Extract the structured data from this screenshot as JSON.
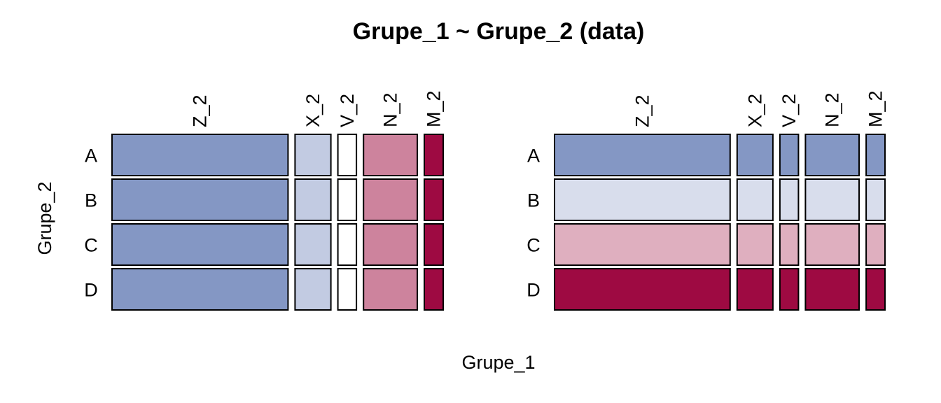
{
  "chart_data": {
    "type": "mosaic",
    "title": "Grupe_1 ~ Grupe_2 (data)",
    "xlabel": "Grupe_1",
    "ylabel": "Grupe_2",
    "columns": [
      "Z_2",
      "X_2",
      "V_2",
      "N_2",
      "M_2"
    ],
    "rows": [
      "A",
      "B",
      "C",
      "D"
    ],
    "panels": [
      {
        "column_widths": [
          0.54,
          0.11,
          0.057,
          0.165,
          0.058
        ],
        "row_heights": [
          0.25,
          0.25,
          0.25,
          0.25
        ],
        "colors": [
          [
            "#8497C4",
            "#C2CBE2",
            "#FFFFFF",
            "#CD839D",
            "#9E0A42"
          ],
          [
            "#8497C4",
            "#C2CBE2",
            "#FFFFFF",
            "#CD839D",
            "#9E0A42"
          ],
          [
            "#8497C4",
            "#C2CBE2",
            "#FFFFFF",
            "#CD839D",
            "#9E0A42"
          ],
          [
            "#8497C4",
            "#C2CBE2",
            "#FFFFFF",
            "#CD839D",
            "#9E0A42"
          ]
        ]
      },
      {
        "column_widths": [
          0.54,
          0.11,
          0.057,
          0.165,
          0.058
        ],
        "row_heights": [
          0.25,
          0.25,
          0.25,
          0.25
        ],
        "colors": [
          [
            "#8497C4",
            "#8497C4",
            "#8497C4",
            "#8497C4",
            "#8497C4"
          ],
          [
            "#D8DDEC",
            "#D8DDEC",
            "#D8DDEC",
            "#D8DDEC",
            "#D8DDEC"
          ],
          [
            "#DFAFBF",
            "#DFAFBF",
            "#DFAFBF",
            "#DFAFBF",
            "#DFAFBF"
          ],
          [
            "#9E0A42",
            "#9E0A42",
            "#9E0A42",
            "#9E0A42",
            "#9E0A42"
          ]
        ]
      }
    ]
  }
}
